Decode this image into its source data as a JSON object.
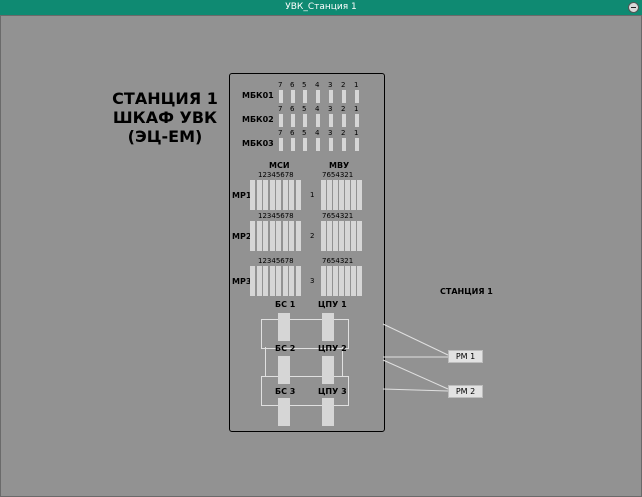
{
  "window": {
    "title": "УВК_Станция 1"
  },
  "heading": {
    "line1": "СТАНЦИЯ 1",
    "line2": "ШКАФ УВК",
    "line3": "(ЭЦ-ЕМ)"
  },
  "station_label": "СТАНЦИЯ 1",
  "mbk": {
    "columns": [
      "7",
      "6",
      "5",
      "4",
      "3",
      "2",
      "1"
    ],
    "rows": [
      "МБК01",
      "МБК02",
      "МБК03"
    ]
  },
  "msi_header": "МСИ",
  "mvu_header": "МВУ",
  "msi_digits": "12345678",
  "mvu_digits": "7654321",
  "mp": [
    {
      "label": "МР1",
      "num": "1"
    },
    {
      "label": "МР2",
      "num": "2"
    },
    {
      "label": "МР3",
      "num": "3"
    }
  ],
  "bs": [
    "БС 1",
    "БС 2",
    "БС 3"
  ],
  "cpu": [
    "ЦПУ 1",
    "ЦПУ 2",
    "ЦПУ 3"
  ],
  "rm": [
    "РМ 1",
    "РМ 2"
  ]
}
